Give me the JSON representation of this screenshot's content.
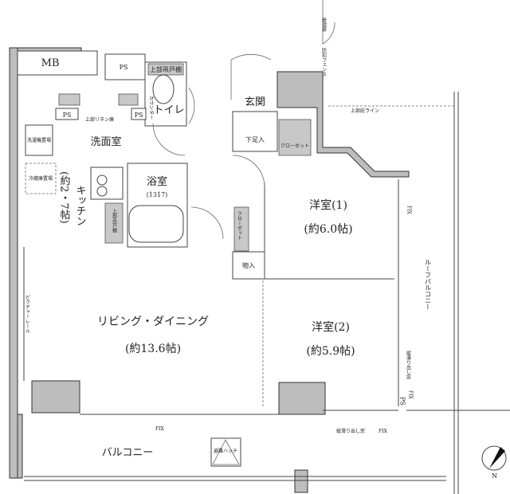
{
  "rooms": {
    "mb": "MB",
    "ps": "PS",
    "toilet": "トイレ",
    "entrance": "玄関",
    "shoe_cabinet": "下足入",
    "closet": "クローゼット",
    "washroom": "洗面室",
    "bathroom": "浴室",
    "bathroom_size": "(1317)",
    "kitchen": "キッチン",
    "kitchen_size": "(約2・7帖)",
    "western1": "洋室(1)",
    "western1_size": "(約6.0帖)",
    "western2": "洋室(2)",
    "western2_size": "(約5.9帖)",
    "living": "リビング・ダイニング",
    "living_size": "(約13.6帖)",
    "storage": "物入",
    "balcony": "バルコニー",
    "roof_balcony": "ルーフバルコニー"
  },
  "annotations": {
    "upper_cabinet": "上部吊戸棚",
    "counter": "カウンター",
    "upper_linen": "上部リネン庫",
    "washer": "洗濯機置場",
    "fridge": "冷蔵庫置場",
    "picture_rail": "ピクチャーレール",
    "fix": "FIX",
    "casement_window": "縦滑り出し窓",
    "evac_hatch": "避難ハッチ",
    "eave_line": "上部庇ライン",
    "mgmt_door": "管理扉",
    "security_fence": "防犯フェンス",
    "north": "N"
  },
  "colors": {
    "wall": "#bdbdbd",
    "line": "#444444"
  }
}
